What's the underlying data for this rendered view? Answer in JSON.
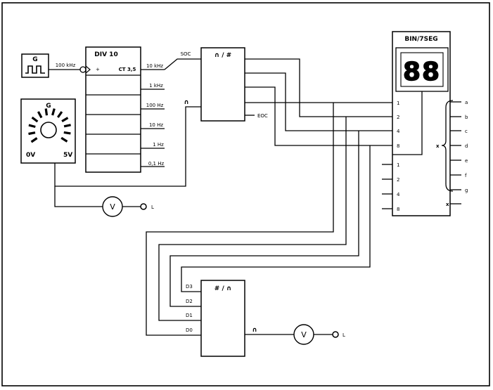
{
  "clock_generator": {
    "title": "G",
    "frequency_label": "100 kHz"
  },
  "divider": {
    "title": "DIV 10",
    "clock_input_mark": "+",
    "counter_label": "CT 3,5",
    "outputs": [
      "10 kHz",
      "1 kHz",
      "100 Hz",
      "10 Hz",
      "1 Hz",
      "0,1 Hz"
    ]
  },
  "potentiometer": {
    "title": "G",
    "min_label": "0V",
    "max_label": "5V"
  },
  "adc": {
    "title": "∩ / #",
    "soc_label": "SOC",
    "analog_input_mark": "∩",
    "eoc_label": "EOC"
  },
  "decoder": {
    "title": "BIN/7SEG",
    "display_digits": "88",
    "inputs_upper": [
      "1",
      "2",
      "4",
      "8"
    ],
    "inputs_lower": [
      "1",
      "2",
      "4",
      "8"
    ],
    "segment_outputs": [
      "a",
      "b",
      "c",
      "d",
      "e",
      "f",
      "g"
    ],
    "group_label": "x",
    "extra_output_label": "x"
  },
  "voltmeter_top": {
    "symbol": "V",
    "terminal_label": "L"
  },
  "dac": {
    "title": "# / ∩",
    "inputs": [
      "D3",
      "D2",
      "D1",
      "D0"
    ],
    "output_mark": "∩"
  },
  "voltmeter_bottom": {
    "symbol": "V",
    "terminal_label": "L"
  }
}
